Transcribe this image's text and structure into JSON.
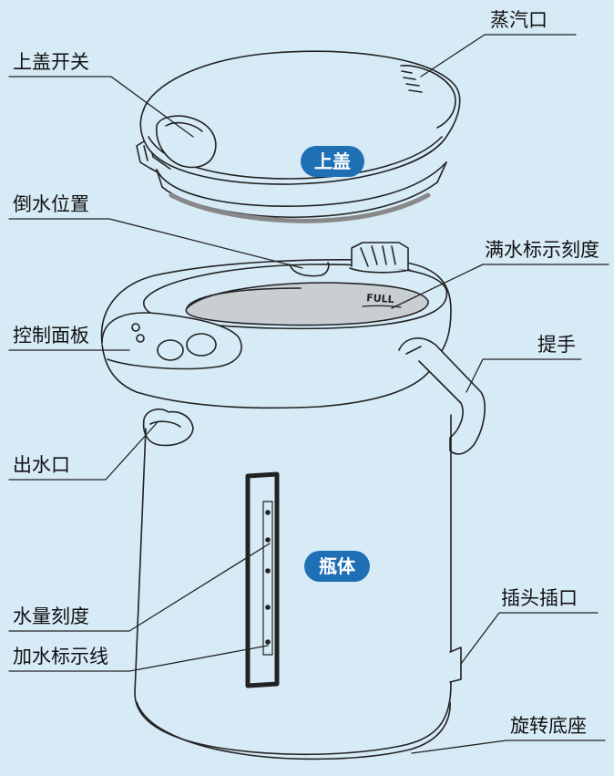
{
  "labels": {
    "steam_vent": "蒸汽口",
    "lid_switch": "上盖开关",
    "pour_position": "倒水位置",
    "full_mark": "满水标示刻度",
    "control_panel": "控制面板",
    "handle": "提手",
    "spout": "出水口",
    "water_gauge": "水量刻度",
    "plug_socket": "插头插口",
    "fill_line": "加水标示线",
    "rotating_base": "旋转底座"
  },
  "badges": {
    "lid": "上盖",
    "body": "瓶体"
  },
  "inner_text": {
    "full": "FULL"
  },
  "colors": {
    "background": "#d7ebf7",
    "badge": "#1e6fb4",
    "line": "#222222",
    "inner_water": "#c9ced3"
  }
}
